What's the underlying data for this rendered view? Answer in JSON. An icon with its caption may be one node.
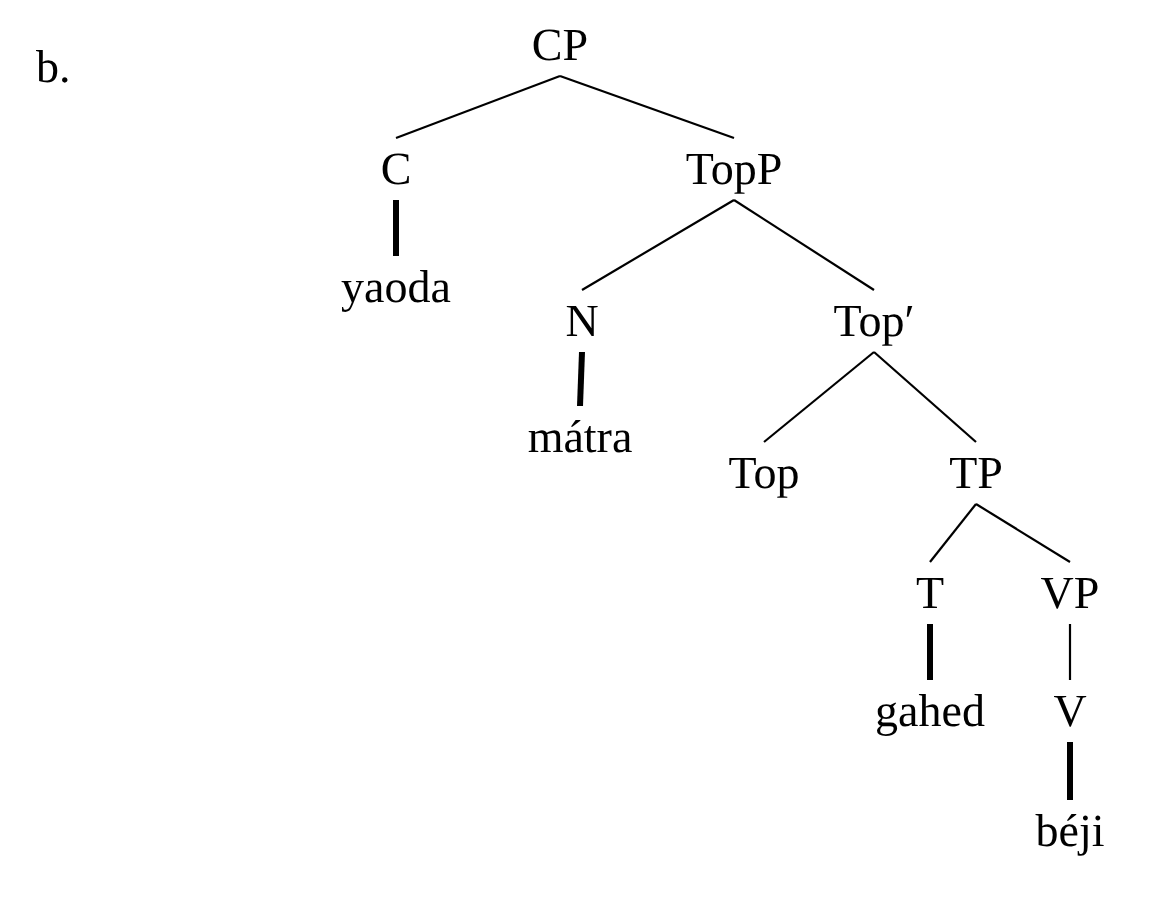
{
  "diagram": {
    "nodes": [
      {
        "text": [
          "CP"
        ]
      },
      {
        "text": [
          "C"
        ]
      },
      {
        "text": [
          "TopP"
        ]
      },
      {
        "text": [
          "yaoda"
        ]
      },
      {
        "text": [
          "N"
        ]
      },
      {
        "text": [
          "Top′"
        ]
      },
      {
        "text": [
          "mátra"
        ]
      },
      {
        "text": [
          "Top"
        ]
      },
      {
        "text": [
          "TP"
        ]
      },
      {
        "text": [
          "T"
        ]
      },
      {
        "text": [
          "VP"
        ]
      },
      {
        "text": [
          "gahed"
        ]
      },
      {
        "text": [
          "V"
        ]
      },
      {
        "text": [
          "béji"
        ]
      }
    ],
    "edges": [
      {
        "from": 0,
        "to": 1,
        "arrow": "none"
      },
      {
        "from": 0,
        "to": 2,
        "arrow": "none"
      },
      {
        "from": 1,
        "to": 3,
        "arrow": "none",
        "style": "thick"
      },
      {
        "from": 2,
        "to": 4,
        "arrow": "none"
      },
      {
        "from": 2,
        "to": 5,
        "arrow": "none"
      },
      {
        "from": 4,
        "to": 6,
        "arrow": "none",
        "style": "thick"
      },
      {
        "from": 5,
        "to": 7,
        "arrow": "none"
      },
      {
        "from": 5,
        "to": 8,
        "arrow": "none"
      },
      {
        "from": 8,
        "to": 9,
        "arrow": "none"
      },
      {
        "from": 8,
        "to": 10,
        "arrow": "none"
      },
      {
        "from": 9,
        "to": 11,
        "arrow": "none",
        "style": "thick"
      },
      {
        "from": 10,
        "to": 12,
        "arrow": "none"
      },
      {
        "from": 12,
        "to": 13,
        "arrow": "none",
        "style": "thick"
      }
    ],
    "labels": [
      "b."
    ]
  }
}
